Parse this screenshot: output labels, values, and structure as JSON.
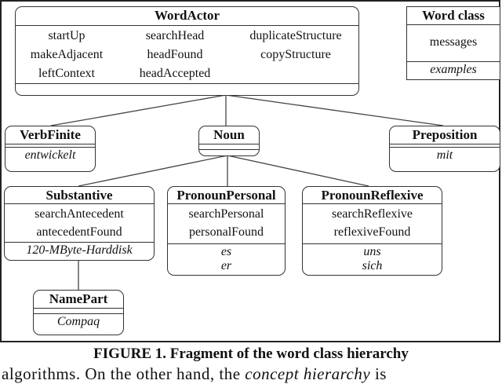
{
  "legend": {
    "title": "Word class",
    "messages": "messages",
    "examples": "examples"
  },
  "root": {
    "name": "WordActor",
    "messages": [
      "startUp",
      "searchHead",
      "duplicateStructure",
      "makeAdjacent",
      "headFound",
      "copyStructure",
      "leftContext",
      "headAccepted",
      ""
    ]
  },
  "classes": {
    "verbfinite": {
      "name": "VerbFinite",
      "examples": [
        "entwickelt"
      ]
    },
    "noun": {
      "name": "Noun"
    },
    "preposition": {
      "name": "Preposition",
      "examples": [
        "mit"
      ]
    },
    "substantive": {
      "name": "Substantive",
      "messages": [
        "searchAntecedent",
        "antecedentFound"
      ],
      "examples": [
        "120-MByte-Harddisk"
      ]
    },
    "pronounpersonal": {
      "name": "PronounPersonal",
      "messages": [
        "searchPersonal",
        "personalFound"
      ],
      "examples": [
        "es",
        "er"
      ]
    },
    "pronounreflexive": {
      "name": "PronounReflexive",
      "messages": [
        "searchReflexive",
        "reflexiveFound"
      ],
      "examples": [
        "uns",
        "sich"
      ]
    },
    "namepart": {
      "name": "NamePart",
      "examples": [
        "Compaq"
      ]
    }
  },
  "caption": "FIGURE 1. Fragment of the word class hierarchy",
  "body_text": {
    "pre": "algorithms. On the other hand, the ",
    "italic": "concept hierarchy",
    "post": " is"
  }
}
